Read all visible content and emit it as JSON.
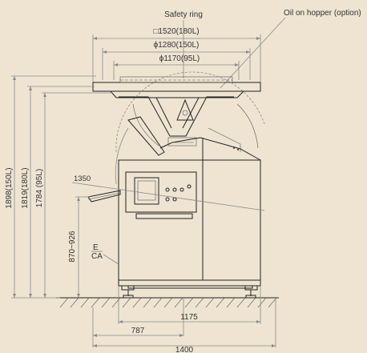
{
  "labels": {
    "safety_ring": "Safety ring",
    "oil_on_hopper": "Oil on hopper (option)",
    "dim_square_1520": "□1520(180L)",
    "dim_dia_1280": "ϕ1280(150L)",
    "dim_dia_1170": "ϕ1170(95L)",
    "dim_1350": "1350",
    "dim_1898": "1898(150L)",
    "dim_1819": "1819(180L)",
    "dim_1784": "1784 (95L)",
    "dim_870_926": "870~926",
    "marker_e": "E",
    "marker_ca": "CA",
    "dim_1175": "1175",
    "dim_787": "787",
    "dim_1400": "1400"
  },
  "colors": {
    "background": "#efe4d2",
    "line": "#222222",
    "dimension_line": "#8a8a8a"
  }
}
